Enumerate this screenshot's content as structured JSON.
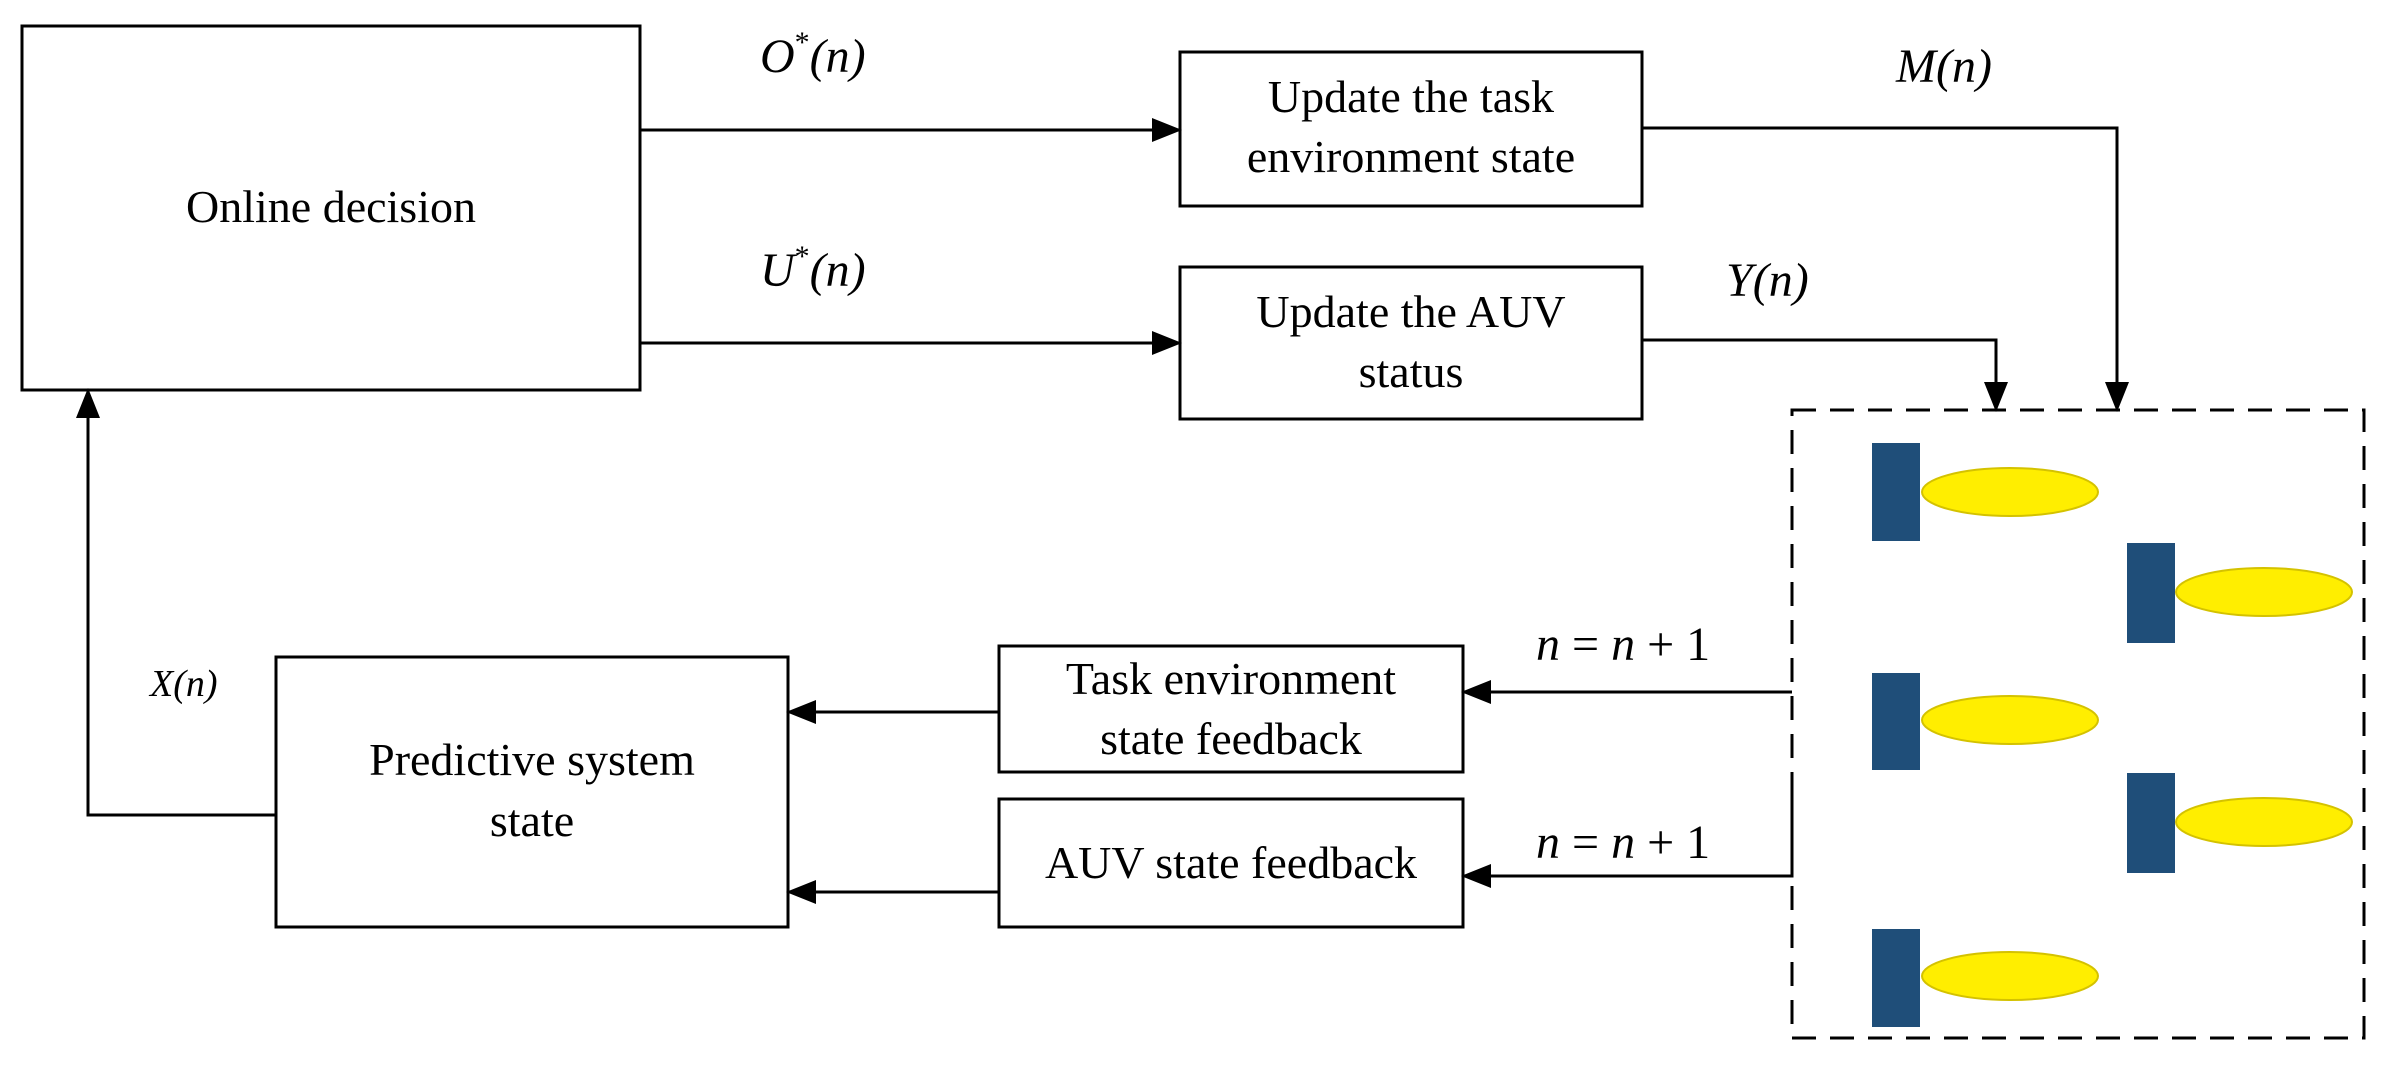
{
  "boxes": {
    "online_decision": "Online decision",
    "update_task_line1": "Update the task",
    "update_task_line2": "environment state",
    "update_auv_line1": "Update the AUV",
    "update_auv_line2": "status",
    "task_feedback_line1": "Task environment",
    "task_feedback_line2": "state feedback",
    "auv_feedback": "AUV state feedback",
    "predictive_line1": "Predictive system",
    "predictive_line2": "state"
  },
  "signals": {
    "o_star": {
      "var": "O",
      "sup": "*",
      "arg": "(n)"
    },
    "u_star": {
      "var": "U",
      "sup": "*",
      "arg": "(n)"
    },
    "m": {
      "var": "M",
      "arg": "(n)"
    },
    "y": {
      "var": "Y",
      "arg": "(n)"
    },
    "x": {
      "var": "X",
      "arg": "(n)"
    },
    "increment_top": {
      "lhs": "n",
      "eq": " = ",
      "rhs": "n",
      "plus": " + 1"
    },
    "increment_bottom": {
      "lhs": "n",
      "eq": " = ",
      "rhs": "n",
      "plus": " + 1"
    }
  },
  "colors": {
    "auv_body": "#ffee00",
    "auv_body_stroke": "#d4c200",
    "auv_fin": "#1f4e79"
  }
}
